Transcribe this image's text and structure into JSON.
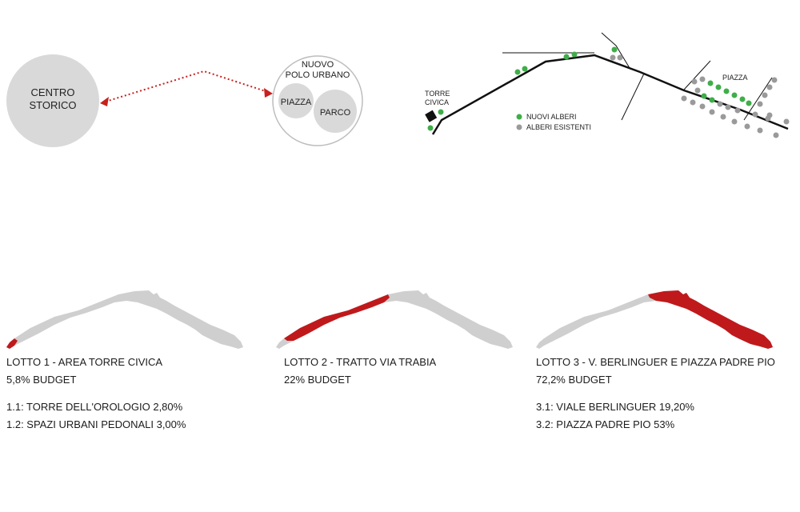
{
  "concept": {
    "centro_storico": [
      "CENTRO",
      "STORICO"
    ],
    "nuovo_polo": [
      "NUOVO",
      "POLO URBANO"
    ],
    "piazza": "PIAZZA",
    "parco": "PARCO",
    "colors": {
      "circle_fill": "#d9d9d9",
      "arrow": "#c8201e",
      "outline": "#bdbdbd"
    }
  },
  "tree_map": {
    "torre_civica": [
      "TORRE",
      "CIVICA"
    ],
    "piazza": "PIAZZA",
    "legend": [
      {
        "label": "NUOVI ALBERI",
        "color": "#3fae49",
        "icon": "green-dot-icon"
      },
      {
        "label": "ALBERI ESISTENTI",
        "color": "#9a9a9a",
        "icon": "grey-dot-icon"
      }
    ]
  },
  "lots": [
    {
      "title": "LOTTO 1 - AREA TORRE CIVICA",
      "budget": "5,8% BUDGET",
      "items": [
        "1.1: TORRE DELL'OROLOGIO 2,80%",
        "1.2: SPAZI URBANI PEDONALI 3,00%"
      ]
    },
    {
      "title": "LOTTO 2 - TRATTO VIA TRABIA",
      "budget": "22% BUDGET",
      "items": []
    },
    {
      "title": "LOTTO 3 - V. BERLINGUER E PIAZZA PADRE PIO",
      "budget": "72,2% BUDGET",
      "items": [
        "3.1: VIALE BERLINGUER 19,20%",
        "3.2: PIAZZA PADRE PIO 53%"
      ]
    }
  ],
  "palette": {
    "highlight": "#c0191c",
    "shape": "#cfcfcf"
  }
}
